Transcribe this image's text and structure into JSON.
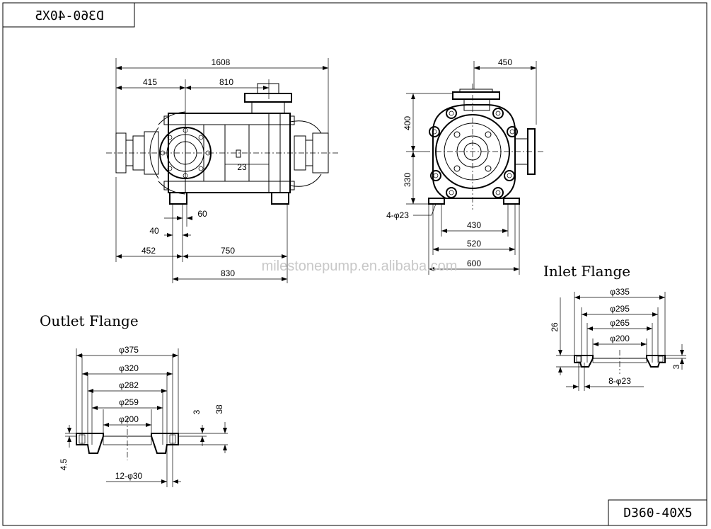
{
  "drawing": {
    "title_block_top": "D360-40X5",
    "title_block_bottom": "D360-40X5",
    "watermark": "milestonepump.en.alibaba.com"
  },
  "front_view": {
    "dims": {
      "overall": "1608",
      "left": "415",
      "middle": "810",
      "pipe": "23",
      "foot_gap": "60",
      "foot_small": "40",
      "base_left": "452",
      "base_span": "750",
      "base_total": "830"
    }
  },
  "side_view": {
    "dims": {
      "top_width": "450",
      "height_upper": "400",
      "height_lower": "330",
      "holes": "4-φ23",
      "width_430": "430",
      "width_520": "520",
      "width_600": "600"
    }
  },
  "outlet_flange": {
    "label": "Outlet Flange",
    "dims": {
      "d375": "φ375",
      "d320": "φ320",
      "d282": "φ282",
      "d259": "φ259",
      "d200": "φ200",
      "t3": "3",
      "t38": "38",
      "t45": "4.5",
      "holes": "12-φ30"
    }
  },
  "inlet_flange": {
    "label": "Inlet Flange",
    "dims": {
      "d335": "φ335",
      "d295": "φ295",
      "d265": "φ265",
      "d200": "φ200",
      "t26": "26",
      "t3": "3",
      "holes": "8-φ23"
    }
  }
}
